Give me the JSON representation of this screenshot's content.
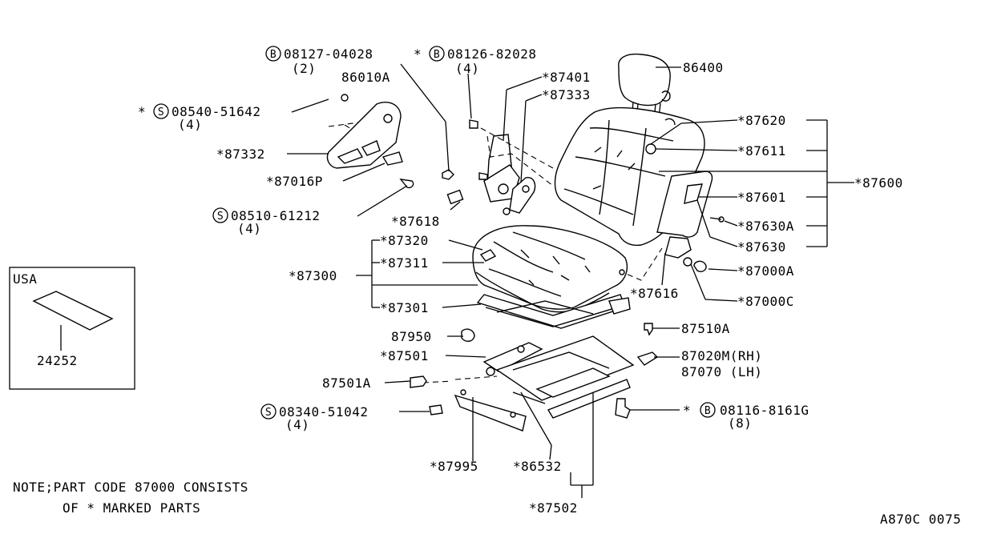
{
  "diagram_code": "A870C 0075",
  "note": {
    "line1": "NOTE;PART CODE 87000 CONSISTS",
    "line2": "OF * MARKED PARTS"
  },
  "usa_box": {
    "label": "USA",
    "part": "24252"
  },
  "callouts": {
    "b08127": {
      "prefix": "B",
      "part": "08127-04028",
      "qty": "(2)"
    },
    "b08126": {
      "star": "*",
      "prefix": "B",
      "part": "08126-82028",
      "qty": "(4)"
    },
    "p86010A": "86010A",
    "s08540": {
      "star": "*",
      "prefix": "S",
      "part": "08540-51642",
      "qty": "(4)"
    },
    "p87332": "*87332",
    "p87016P": "*87016P",
    "s08510": {
      "prefix": "S",
      "part": "08510-61212",
      "qty": "(4)"
    },
    "p87618": "*87618",
    "p87401": "*87401",
    "p87333": "*87333",
    "p86400": "86400",
    "p87620": "*87620",
    "p87611": "*87611",
    "p87600": "*87600",
    "p87601": "*87601",
    "p87630A": "*87630A",
    "p87630": "*87630",
    "p87000A": "*87000A",
    "p87000C": "*87000C",
    "p87616": "*87616",
    "p87320": "*87320",
    "p87311": "*87311",
    "p87300": "*87300",
    "p87301": "*87301",
    "p87950": "87950",
    "p87501": "*87501",
    "p87501A": "87501A",
    "s08340": {
      "prefix": "S",
      "part": "08340-51042",
      "qty": "(4)"
    },
    "p87510A": "87510A",
    "p87020M": "87020M(RH)",
    "p87070": "87070  (LH)",
    "b08116": {
      "star": "*",
      "prefix": "B",
      "part": "08116-8161G",
      "qty": "(8)"
    },
    "p87995": "*87995",
    "p86532": "*86532",
    "p87502": "*87502"
  }
}
